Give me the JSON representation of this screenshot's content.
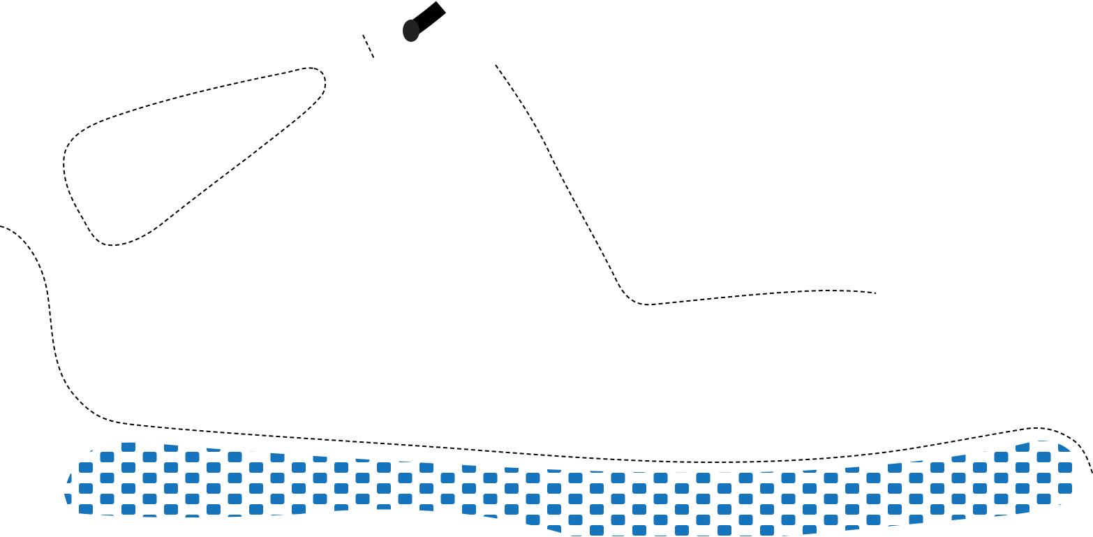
{
  "drawing": {
    "stroke_color": "#000000",
    "pattern_color": "#1574bb",
    "background": "#ffffff",
    "elements": [
      "dashed-outline-curves",
      "blue-dot-pattern-sole",
      "black-lace-tip"
    ]
  }
}
